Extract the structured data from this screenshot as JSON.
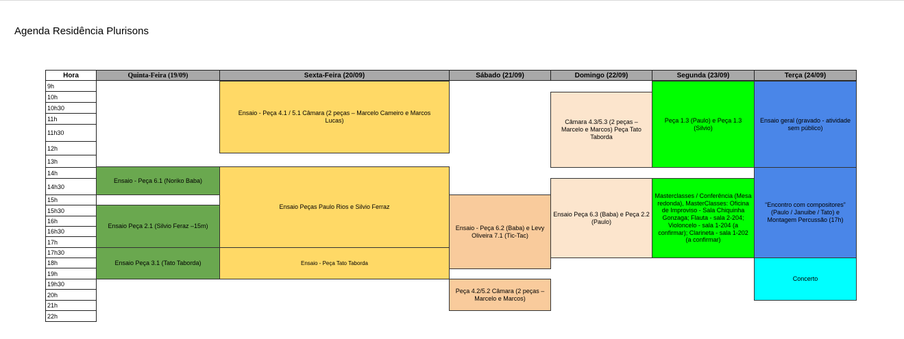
{
  "title": "Agenda Residência Plurisons",
  "headers": {
    "hora": "Hora",
    "quinta": "Quinta-Feira (19/09)",
    "sexta": "Sexta-Feira (20/09)",
    "sabado": "Sábado (21/09)",
    "domingo": "Domingo (22/09)",
    "segunda": "Segunda (23/09)",
    "terca": "Terça (24/09)"
  },
  "times": [
    "9h",
    "10h",
    "10h30",
    "11h",
    "11h30",
    "12h",
    "13h",
    "14h",
    "14h30",
    "15h",
    "15h30",
    "16h",
    "16h30",
    "17h",
    "17h30",
    "18h",
    "19h",
    "19h30",
    "20h",
    "21h",
    "22h"
  ],
  "events": {
    "qui_noriko": "Ensaio - Peça 6.1 (Noriko Baba)",
    "qui_silvio": "Ensaio Peça 2.1 (Silvio Feraz –15m)",
    "qui_tato": "Ensaio Peça 3.1 (Tato Taborda)",
    "sex_camara": "Ensaio - Peça 4.1 / 5.1 Câmara (2 peças – Marcelo Cameiro e Marcos Lucas)",
    "sex_paulo_silvio": "Ensaio Peças Paulo Rios e Silvio Ferraz",
    "sex_tato": "Ensaio - Peça Tato Taborda",
    "sab_baba_levy": "Ensaio - Peça 6.2 (Baba) e Levy Oliveira 7.1 (Tic-Tac)",
    "sab_camara": "Peça 4.2/5.2 Câmara (2 peças – Marcelo e Marcos)",
    "dom_camara": "Câmara 4.3/5.3 (2 peças – Marcelo e Marcos) Peça Tato Taborda",
    "dom_baba_paulo": "Ensaio Peça 6.3 (Baba) e Peça 2.2 (Paulo)",
    "seg_paulo_silvio": "Peça 1.3 (Paulo) e Peça 1.3 (Silvio)",
    "seg_masterclasses": "Masterclasses / Conferência (Mesa redonda), MasterClasses: Oficina de Improviso - Sala Chiquinha Gonzaga; Flauta - sala 2-204; Violoncelo - sala 1-204 (a confirmar); Clarineta - sala 1-202 (a confirmar)",
    "ter_ensaio_geral": "Ensaio geral (gravado - atividade sem público)",
    "ter_encontro": "“Encontro com compositores” (Paulo / Januibe / Tato) e Montagem Percussão (17h)",
    "ter_concerto": "Concerto"
  },
  "colors": {
    "quinta": "#6aa84f",
    "sexta": "#ffd966",
    "sabado": "#f9cb9c",
    "domingo": "#fce5cd",
    "segunda": "#00ff00",
    "terca": "#4a86e8",
    "concerto": "#00ffff",
    "header": "#a9a9a9"
  }
}
